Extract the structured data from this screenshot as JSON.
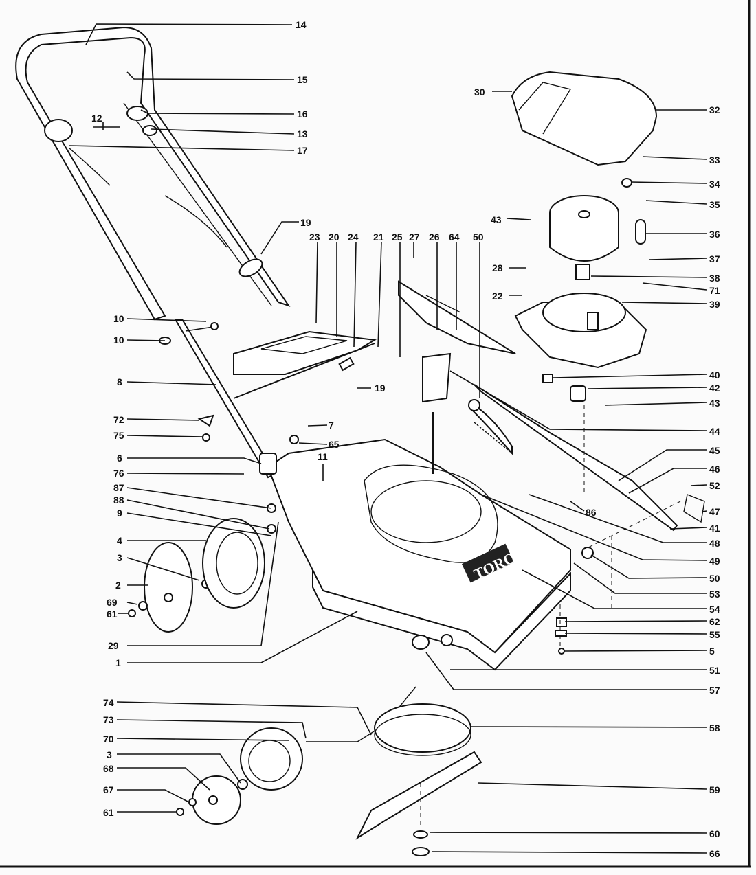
{
  "title": "Lawn mower exploded parts diagram",
  "brand_logo": "TORO",
  "labels": {
    "l14": "14",
    "l15": "15",
    "l16": "16",
    "l13": "13",
    "l17": "17",
    "l12": "12",
    "l30": "30",
    "l32": "32",
    "l33": "33",
    "l34": "34",
    "l35": "35",
    "l36": "36",
    "l37": "37",
    "l38": "38",
    "l71": "71",
    "l39": "39",
    "l40": "40",
    "l42": "42",
    "l43r": "43",
    "l44": "44",
    "l45": "45",
    "l46": "46",
    "l52": "52",
    "l47": "47",
    "l41": "41",
    "l48": "48",
    "l49": "49",
    "l50r": "50",
    "l53": "53",
    "l54": "54",
    "l62": "62",
    "l55": "55",
    "l5": "5",
    "l51": "51",
    "l57": "57",
    "l58": "58",
    "l59": "59",
    "l60": "60",
    "l66": "66",
    "l19a": "19",
    "l23": "23",
    "l20": "20",
    "l24": "24",
    "l21": "21",
    "l25": "25",
    "l27": "27",
    "l26": "26",
    "l64": "64",
    "l50t": "50",
    "l43t": "43",
    "l28": "28",
    "l22": "22",
    "l10a": "10",
    "l10b": "10",
    "l8": "8",
    "l19b": "19",
    "l7": "7",
    "l65": "65",
    "l11": "11",
    "l86": "86",
    "l72": "72",
    "l75": "75",
    "l6": "6",
    "l76": "76",
    "l87": "87",
    "l88": "88",
    "l9": "9",
    "l4": "4",
    "l3a": "3",
    "l2": "2",
    "l69": "69",
    "l61a": "61",
    "l29": "29",
    "l1": "1",
    "l74": "74",
    "l73": "73",
    "l70": "70",
    "l3b": "3",
    "l68": "68",
    "l67": "67",
    "l61b": "61"
  }
}
